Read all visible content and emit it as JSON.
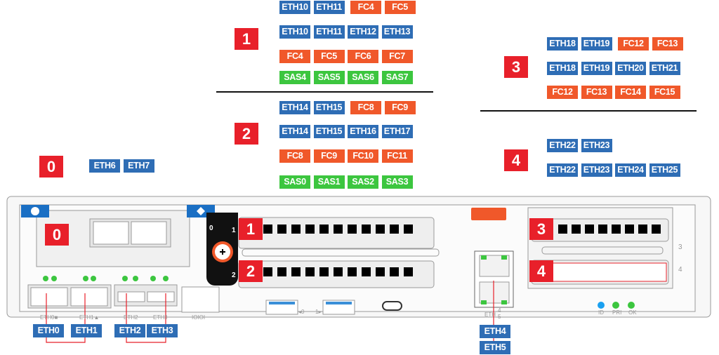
{
  "colors": {
    "eth": "#2e6db5",
    "fc": "#f0582a",
    "sas": "#3cc63f",
    "slot_badge": "#e8202a"
  },
  "slots": {
    "0": {
      "badge": "0",
      "rows": [
        [
          "ETH6",
          "ETH7"
        ]
      ]
    },
    "1": {
      "badge": "1",
      "rows": [
        [
          "ETH10",
          "ETH11",
          "FC4",
          "FC5"
        ],
        [
          "ETH10",
          "ETH11",
          "ETH12",
          "ETH13"
        ],
        [
          "FC4",
          "FC5",
          "FC6",
          "FC7"
        ],
        [
          "SAS4",
          "SAS5",
          "SAS6",
          "SAS7"
        ]
      ]
    },
    "2": {
      "badge": "2",
      "rows": [
        [
          "ETH14",
          "ETH15",
          "FC8",
          "FC9"
        ],
        [
          "ETH14",
          "ETH15",
          "ETH16",
          "ETH17"
        ],
        [
          "FC8",
          "FC9",
          "FC10",
          "FC11"
        ],
        [
          "SAS0",
          "SAS1",
          "SAS2",
          "SAS3"
        ]
      ]
    },
    "3": {
      "badge": "3",
      "rows": [
        [
          "ETH18",
          "ETH19",
          "FC12",
          "FC13"
        ],
        [
          "ETH18",
          "ETH19",
          "ETH20",
          "ETH21"
        ],
        [
          "FC12",
          "FC13",
          "FC14",
          "FC15"
        ]
      ]
    },
    "4": {
      "badge": "4",
      "rows": [
        [
          "ETH22",
          "ETH23"
        ],
        [
          "ETH22",
          "ETH23",
          "ETH24",
          "ETH25"
        ]
      ]
    }
  },
  "server": {
    "slot_badges": [
      "0",
      "1",
      "2",
      "3",
      "4"
    ],
    "port_labels": {
      "eth0": "ETH0■",
      "eth1": "ETH1▲",
      "eth2": "ETH2",
      "eth3": "ETH3",
      "serial": "IOIOI",
      "eth45": "ETH",
      "eth45_num_top": "4",
      "eth45_num_bottom": "5",
      "usb0": "◂0",
      "usb1": "1▸"
    },
    "leds": {
      "id": "ID",
      "pri": "PRI",
      "ok": "OK"
    },
    "riser_marks": {
      "r0": "0",
      "r1": "1",
      "r2": "2",
      "r3": "3",
      "r4": "4"
    },
    "icons": {
      "tab_left": "circle-icon",
      "tab_right": "diamond-icon",
      "screw": "thumbscrew-icon"
    }
  },
  "callouts": {
    "bottom": [
      "ETH0",
      "ETH1",
      "ETH2",
      "ETH3",
      "ETH4",
      "ETH5"
    ]
  }
}
